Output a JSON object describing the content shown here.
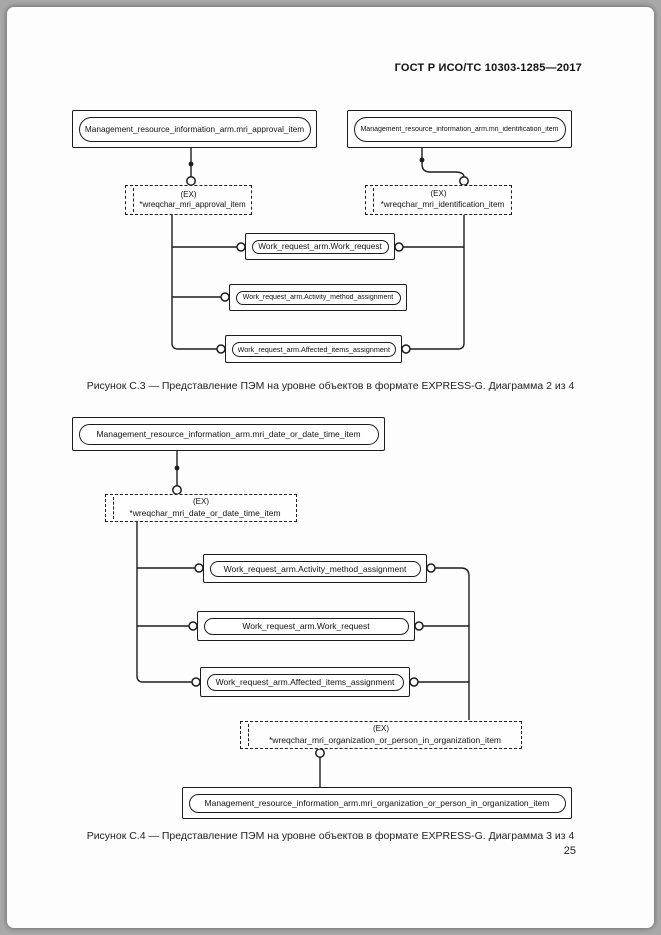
{
  "page": {
    "header": "ГОСТ Р ИСО/ТС 10303-1285—2017",
    "page_number": "25"
  },
  "colors": {
    "frame_background": "#a8a8a8",
    "page_background": "#fdfdfd",
    "line": "#1c1c1c"
  },
  "diagram_c3": {
    "caption": "Рисунок С.3 — Представление ПЭМ на уровне объектов в формате EXPRESS-G. Диаграмма 2 из 4",
    "nodes": {
      "mri_approval_item": "Management_resource_information_arm.mri_approval_item",
      "mri_identification_item": "Management_resource_information_arm.mri_identification_item",
      "wreqchar_mri_approval_item": {
        "tag": "(EX)",
        "name": "*wreqchar_mri_approval_item"
      },
      "wreqchar_mri_identification_item": {
        "tag": "(EX)",
        "name": "*wreqchar_mri_identification_item"
      },
      "work_request": "Work_request_arm.Work_request",
      "activity_method_assignment": "Work_request_arm.Activity_method_assignment",
      "affected_items_assignment": "Work_request_arm.Affected_items_assignment"
    }
  },
  "diagram_c4": {
    "caption": "Рисунок С.4 — Представление ПЭМ на уровне объектов в формате EXPRESS-G. Диаграмма 3 из 4",
    "nodes": {
      "mri_date_or_date_time_item": "Management_resource_information_arm.mri_date_or_date_time_item",
      "wreqchar_mri_date_or_date_time_item": {
        "tag": "(EX)",
        "name": "*wreqchar_mri_date_or_date_time_item"
      },
      "activity_method_assignment": "Work_request_arm.Activity_method_assignment",
      "work_request": "Work_request_arm.Work_request",
      "affected_items_assignment": "Work_request_arm.Affected_items_assignment",
      "wreqchar_mri_organization_or_person_in_organization_item": {
        "tag": "(EX)",
        "name": "*wreqchar_mri_organization_or_person_in_organization_item"
      },
      "mri_organization_or_person_in_organization_item": "Management_resource_information_arm.mri_organization_or_person_in_organization_item"
    }
  }
}
